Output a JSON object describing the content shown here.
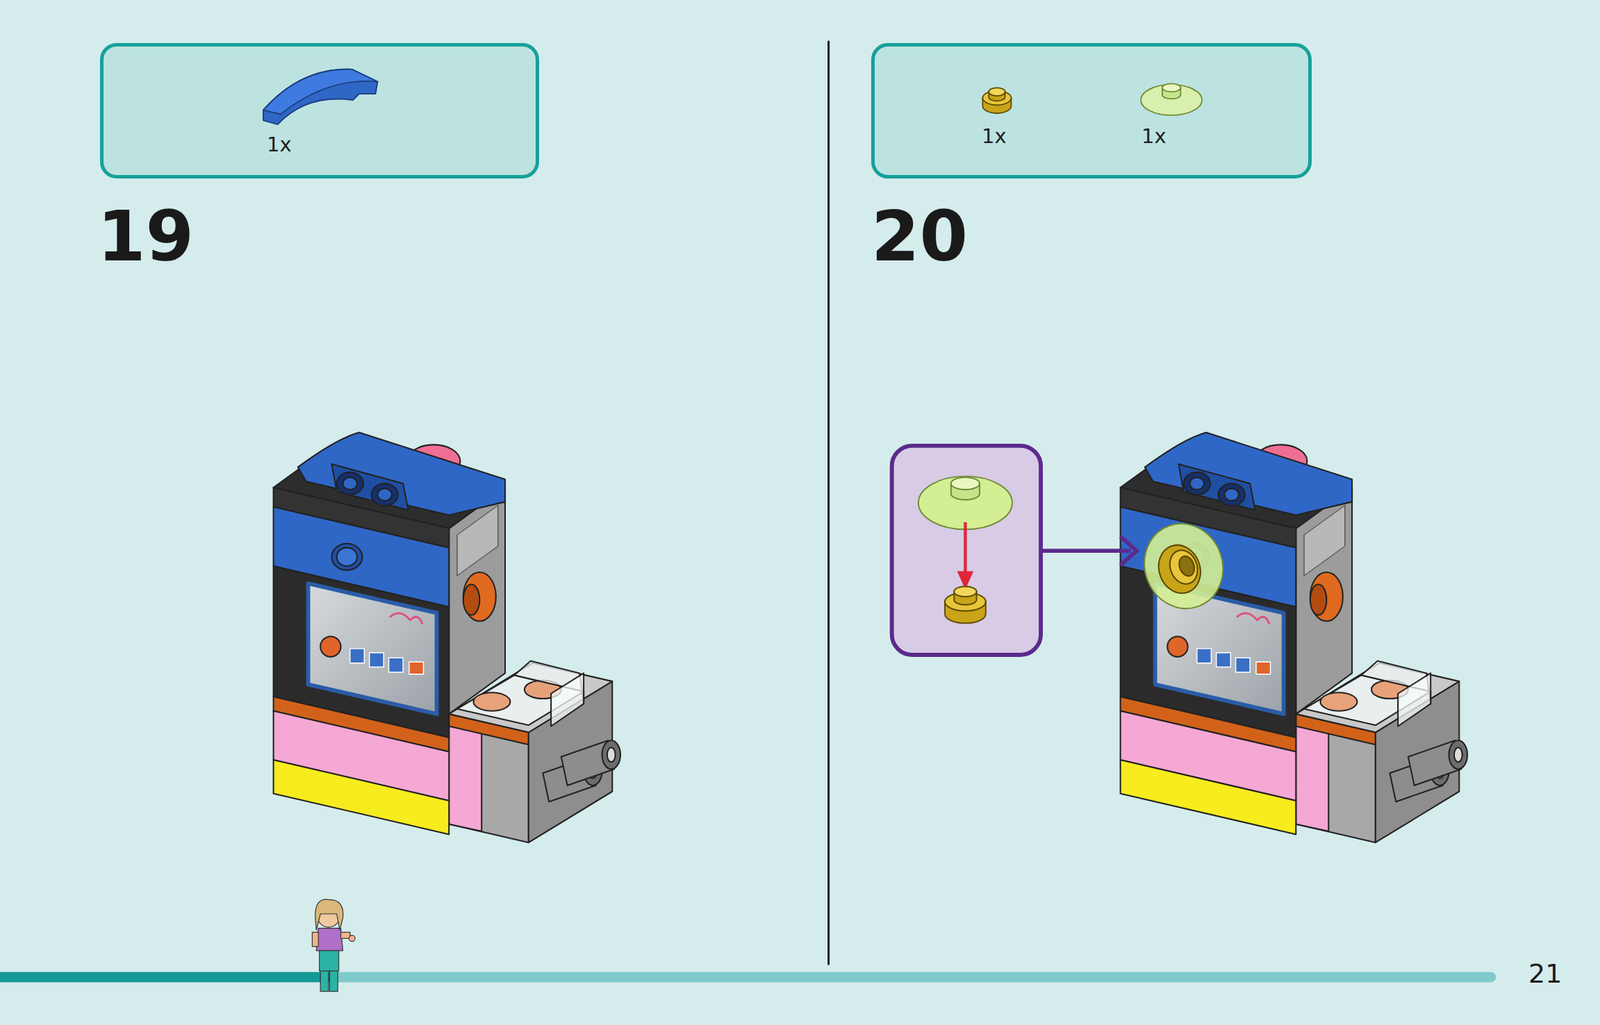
{
  "diagram": {
    "nodes": [
      {
        "text": [
          "1x"
        ]
      },
      {
        "text": [
          "1x",
          "1x"
        ]
      }
    ],
    "labels": [
      "19",
      "20",
      "21"
    ]
  }
}
